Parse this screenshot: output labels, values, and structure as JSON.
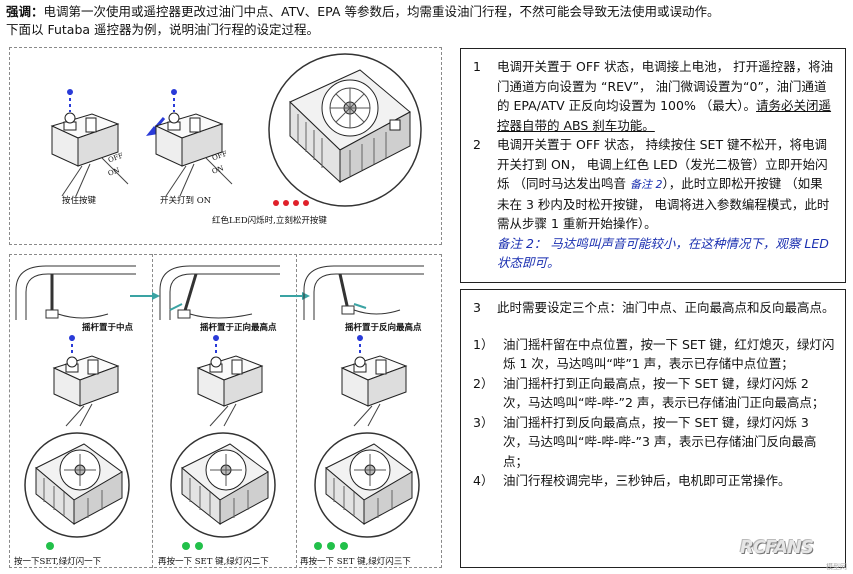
{
  "header": {
    "label": "强调：",
    "line1": "电调第一次使用或遥控器更改过油门中点、ATV、EPA 等参数后，均需重设油门行程，不然可能会导致无法使用或误动作。",
    "line2": "下面以 Futaba 遥控器为例，说明油门行程的设定过程。"
  },
  "top_figure": {
    "cap_press": "按住按键",
    "cap_switch": "开关打到 ON",
    "cap_led": "红色LED闪烁时,立刻松开按键",
    "switch_label_off": "OFF",
    "switch_label_on": "ON"
  },
  "bottom_figure": {
    "panels": [
      {
        "stick": "摇杆置于中点",
        "cap": "按一下SET,绿灯闪一下",
        "dots": 1
      },
      {
        "stick": "摇杆置于正向最高点",
        "cap": "再按一下 SET 键,绿灯闪二下",
        "dots": 2
      },
      {
        "stick": "摇杆置于反向最高点",
        "cap": "再按一下 SET 键,绿灯闪三下",
        "dots": 3
      }
    ]
  },
  "box1": {
    "item1": {
      "num": "1",
      "text": "电调开关置于 OFF 状态，电调接上电池， 打开遥控器，将油门通道方向设置为 “REV”， 油门微调设置为“0”，油门通道的 EPA/ATV 正反向均设置为 100% （最大）。",
      "underline": "请务必关闭遥控器自带的 ABS 刹车功能。"
    },
    "item2": {
      "num": "2",
      "text_a": "电调开关置于 OFF 状态， 持续按住 SET 键不松开，将电调开关打到 ON， 电调上红色 LED（发光二极管）立即开始闪烁 （同时马达发出鸣音 ",
      "note_inline": "备注 2",
      "text_b": "），此时立即松开按键 （如果未在 3 秒内及时松开按键， 电调将进入参数编程模式，此时需从步骤 1 重新开始操作）。",
      "note_label": "备注 2：",
      "note_text": " 马达鸣叫声音可能较小，在这种情况下，观察 LED 状态即可。"
    }
  },
  "box2": {
    "item3": {
      "num": "3",
      "text": "此时需要设定三个点：油门中点、正向最高点和反向最高点。"
    },
    "steps": [
      {
        "num": "1）",
        "text": "油门摇杆留在中点位置，按一下 SET 键，红灯熄灭，绿灯闪烁 1 次，马达鸣叫“哔”1 声，表示已存储中点位置；"
      },
      {
        "num": "2）",
        "text": "油门摇杆打到正向最高点，按一下 SET 键，绿灯闪烁 2 次，马达鸣叫“哔-哔-”2 声，表示已存储油门正向最高点；"
      },
      {
        "num": "3）",
        "text": "油门摇杆打到反向最高点，按一下 SET 键，绿灯闪烁 3 次，马达鸣叫“哔-哔-哔-”3 声，表示已存储油门反向最高点；"
      },
      {
        "num": "4）",
        "text": "油门行程校调完毕，三秒钟后，电机即可正常操作。"
      }
    ]
  },
  "watermark": {
    "logo": "RCFANS",
    "sub": "模型网"
  },
  "colors": {
    "note_blue": "#1a2fb0",
    "led_red": "#e0202a",
    "led_green": "#22c04a",
    "led_blue": "#2a3bd8"
  }
}
